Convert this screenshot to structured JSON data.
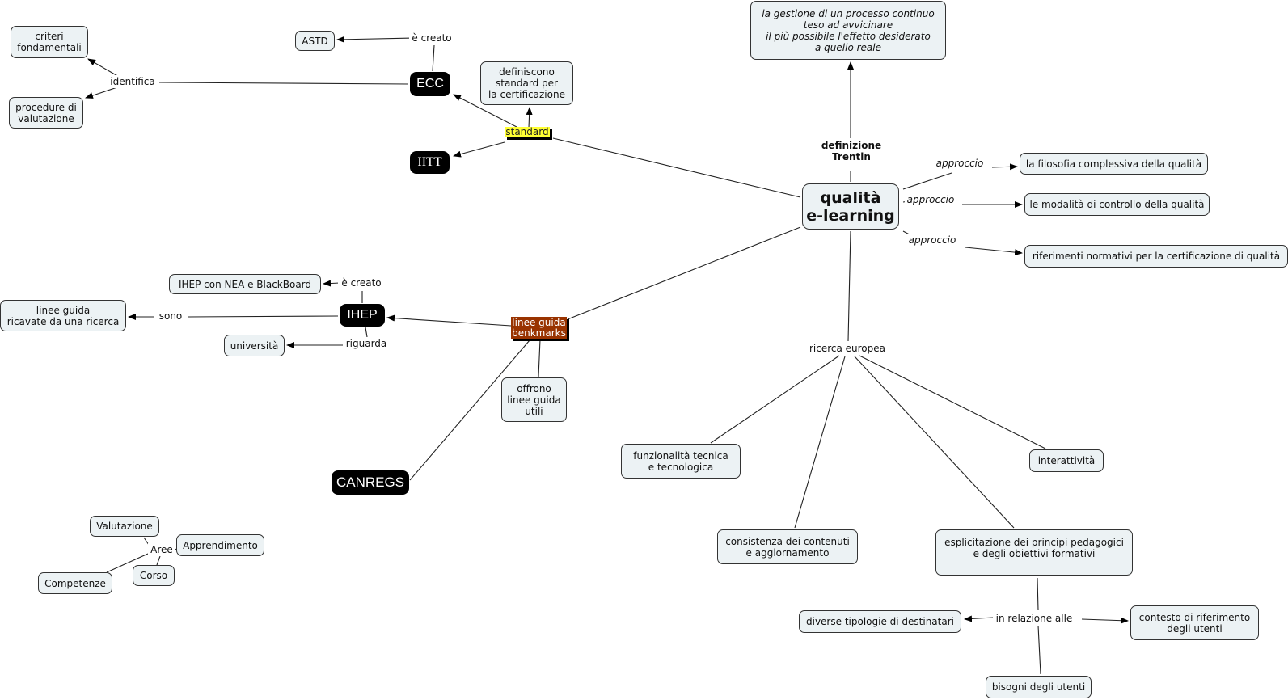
{
  "title": "qualità e-learning",
  "colors": {
    "node_fill": "#ecf2f4",
    "dark_node": "#000000",
    "highlight_yellow": "#ffff33",
    "highlight_brown": "#993300",
    "link": "#222222"
  },
  "nodes": {
    "center": "qualità\ne-learning",
    "def_trentin": "definizione\nTrentin",
    "def_text": "la gestione di un processo continuo\nteso ad avvicinare\nil più possibile l'effetto desiderato\na quello reale",
    "approccio1": "approccio",
    "approccio2": "approccio",
    "approccio3": "approccio",
    "filosofia": "la filosofia complessiva della qualità",
    "modalita": "le modalità di controllo della qualità",
    "riferimenti": "riferimenti normativi per la certificazione di qualità",
    "standard": "standard",
    "definiscono": "definiscono\nstandard per\nla certificazione",
    "ecc": "ECC",
    "iitt": "IITT",
    "e_creato_ecc": "è creato",
    "astd": "ASTD",
    "identifica": "identifica",
    "criteri": "criteri\nfondamentali",
    "procedure": "procedure di\nvalutazione",
    "linee_bench": "linee guida\nbenkmarks",
    "offrono": "offrono\nlinee guida\nutili",
    "ihep": "IHEP",
    "e_creato_ihep": "è creato",
    "ihep_nea": "IHEP con NEA e BlackBoard",
    "sono": "sono",
    "linee_ricerca": "linee guida\nricavate da una ricerca",
    "riguarda": "riguarda",
    "universita": "università",
    "canregs": "CANREGS",
    "ricerca": "ricerca europea",
    "funzionalita": "funzionalità tecnica\ne tecnologica",
    "consistenza": "consistenza dei contenuti\ne aggiornamento",
    "esplicitazione": "esplicitazione dei principi pedagogici\ne degli obiettivi formativi",
    "interattivita": "interattività",
    "relazione": "in relazione alle",
    "destinatari": "diverse tipologie di destinatari",
    "contesto": "contesto di riferimento\ndegli utenti",
    "bisogni": "bisogni degli utenti",
    "aree": "Aree",
    "valutazione": "Valutazione",
    "apprendimento": "Apprendimento",
    "corso": "Corso",
    "competenze": "Competenze"
  }
}
